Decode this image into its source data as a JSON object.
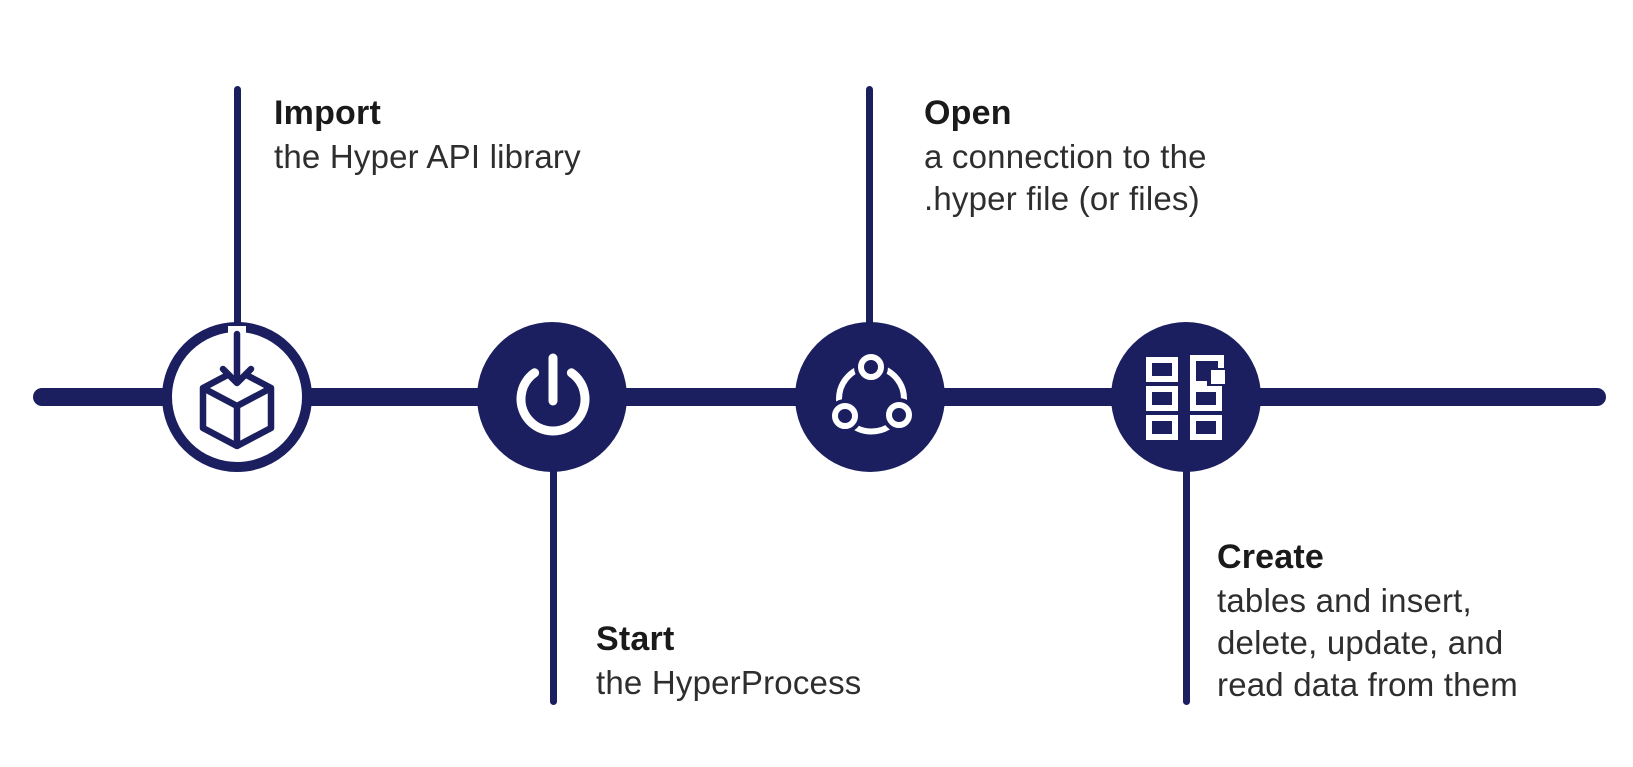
{
  "theme": {
    "navy": "#1b1f5f",
    "title_color": "#1a1a1a",
    "body_color": "#2e2e2e",
    "background": "#ffffff",
    "icon_on_dark": "#ffffff"
  },
  "timeline": {
    "orientation": "horizontal"
  },
  "steps": [
    {
      "title": "Import",
      "description": "the Hyper API library",
      "icon": "package-import-icon",
      "label_position": "above",
      "circle_style": "outlined"
    },
    {
      "title": "Start",
      "description": "the HyperProcess",
      "icon": "power-icon",
      "label_position": "below",
      "circle_style": "filled"
    },
    {
      "title": "Open",
      "description": "a connection to the\n.hyper file (or files)",
      "icon": "connection-nodes-icon",
      "label_position": "above",
      "circle_style": "filled"
    },
    {
      "title": "Create",
      "description": "tables and insert,\ndelete, update, and\nread data from them",
      "icon": "tables-grid-icon",
      "label_position": "below",
      "circle_style": "filled"
    }
  ]
}
